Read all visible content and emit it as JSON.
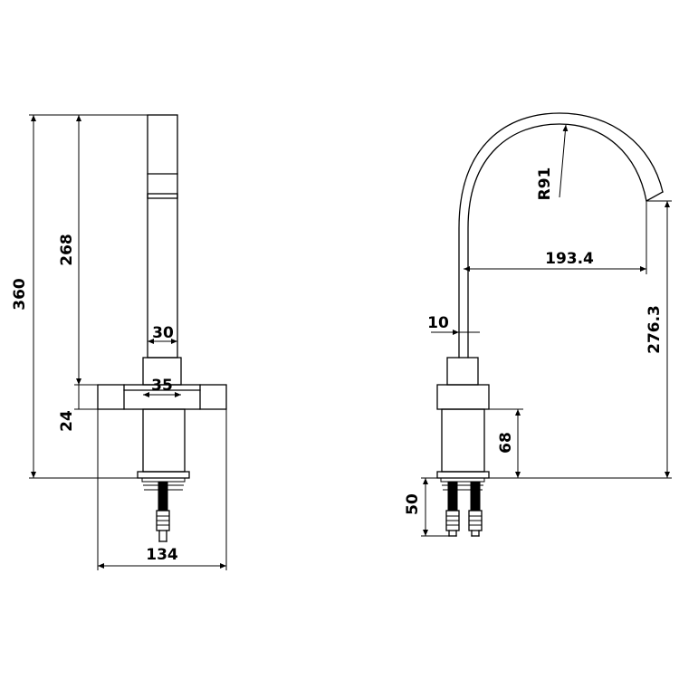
{
  "front_view": {
    "dimensions": {
      "overall_height": "360",
      "spout_height": "268",
      "base_height": "24",
      "spout_width": "30",
      "body_width": "35",
      "base_width": "134"
    }
  },
  "side_view": {
    "dimensions": {
      "arc_radius": "R91",
      "reach": "193.4",
      "pipe_diameter": "10",
      "outlet_height": "276.3",
      "body_height": "68",
      "connector_length": "50"
    }
  }
}
